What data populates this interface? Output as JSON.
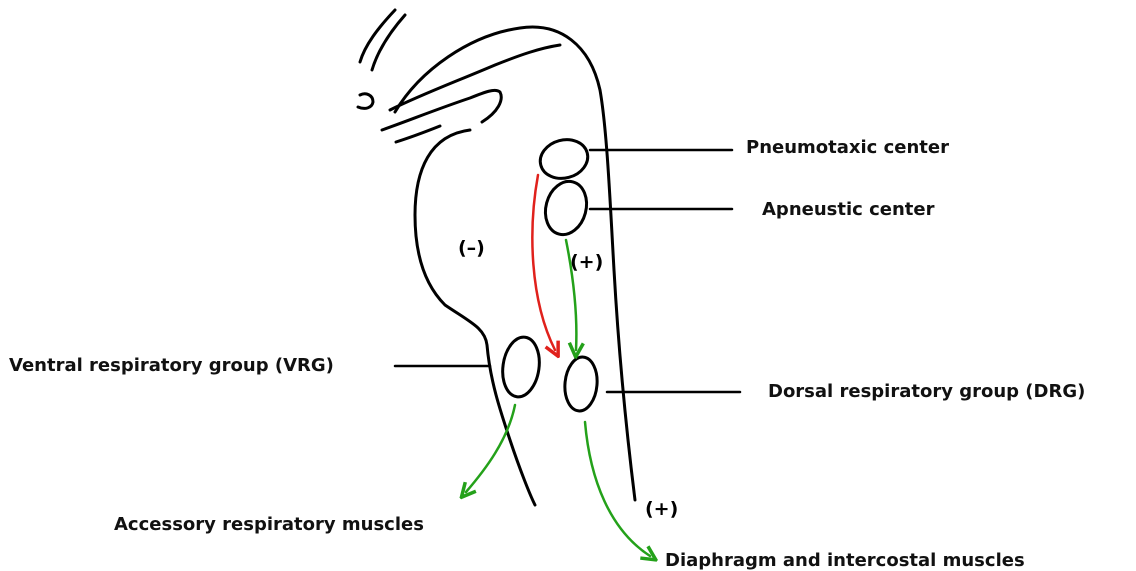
{
  "labels": {
    "pneumotaxic": "Pneumotaxic center",
    "apneustic": "Apneustic center",
    "vrg": "Ventral respiratory group (VRG)",
    "drg": "Dorsal respiratory group (DRG)",
    "accessory": "Accessory respiratory muscles",
    "diaphragm": "Diaphragm and intercostal muscles"
  },
  "signs": {
    "inhibit": "(–)",
    "excite_pons": "(+)",
    "excite_drg": "(+)"
  },
  "colors": {
    "inhibitory_arrow": "#e0211c",
    "excitatory_arrow": "#24a11a",
    "outline": "#000000"
  }
}
